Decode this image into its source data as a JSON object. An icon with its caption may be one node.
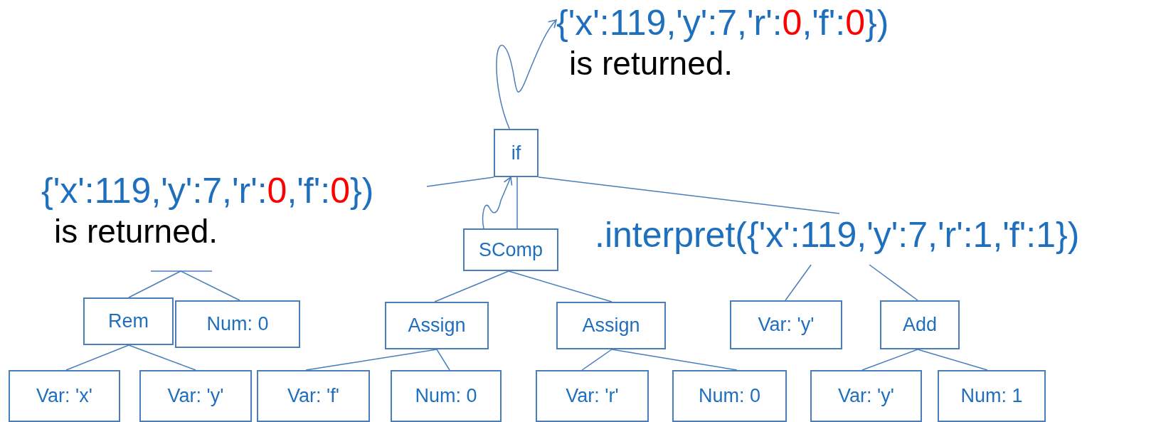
{
  "diagram": {
    "nodes": [
      {
        "text": [
          "{'x':119,'y':7,'r':**0**,'f':**0**})",
          "is returned."
        ]
      },
      {
        "text": [
          "if"
        ]
      },
      {
        "text": [
          "{'x':119,'y':7,'r':**0**,'f':**0**})",
          "is returned."
        ]
      },
      {
        "text": [
          "SComp"
        ]
      },
      {
        "text": [
          ".interpret({'x':119,'y':7,'r':1,'f':1})"
        ]
      },
      {
        "text": [
          "Rem"
        ]
      },
      {
        "text": [
          "Num: 0"
        ]
      },
      {
        "text": [
          "Assign"
        ]
      },
      {
        "text": [
          "Assign"
        ]
      },
      {
        "text": [
          "Var: 'y'"
        ]
      },
      {
        "text": [
          "Add"
        ]
      },
      {
        "text": [
          "Var: 'x'"
        ]
      },
      {
        "text": [
          "Var: 'y'"
        ]
      },
      {
        "text": [
          "Var: 'f'"
        ]
      },
      {
        "text": [
          "Num: 0"
        ]
      },
      {
        "text": [
          "Var: 'r'"
        ]
      },
      {
        "text": [
          "Num: 0"
        ]
      },
      {
        "text": [
          "Var: 'y'"
        ]
      },
      {
        "text": [
          "Num: 1"
        ]
      }
    ],
    "edges": [
      {
        "from": 1,
        "to": 0,
        "arrow": "to"
      },
      {
        "from": 1,
        "to": 2,
        "arrow": "none"
      },
      {
        "from": 1,
        "to": 3,
        "arrow": "none"
      },
      {
        "from": 1,
        "to": 4,
        "arrow": "none"
      },
      {
        "from": 3,
        "to": 1,
        "arrow": "to"
      },
      {
        "from": 2,
        "to": 5,
        "arrow": "none"
      },
      {
        "from": 2,
        "to": 6,
        "arrow": "none"
      },
      {
        "from": 3,
        "to": 7,
        "arrow": "none"
      },
      {
        "from": 3,
        "to": 8,
        "arrow": "none"
      },
      {
        "from": 4,
        "to": 9,
        "arrow": "none"
      },
      {
        "from": 4,
        "to": 10,
        "arrow": "none"
      },
      {
        "from": 5,
        "to": 11,
        "arrow": "none"
      },
      {
        "from": 5,
        "to": 12,
        "arrow": "none"
      },
      {
        "from": 7,
        "to": 13,
        "arrow": "none"
      },
      {
        "from": 7,
        "to": 14,
        "arrow": "none"
      },
      {
        "from": 8,
        "to": 15,
        "arrow": "none"
      },
      {
        "from": 8,
        "to": 16,
        "arrow": "none"
      },
      {
        "from": 10,
        "to": 17,
        "arrow": "none"
      },
      {
        "from": 10,
        "to": 18,
        "arrow": "none"
      }
    ]
  }
}
